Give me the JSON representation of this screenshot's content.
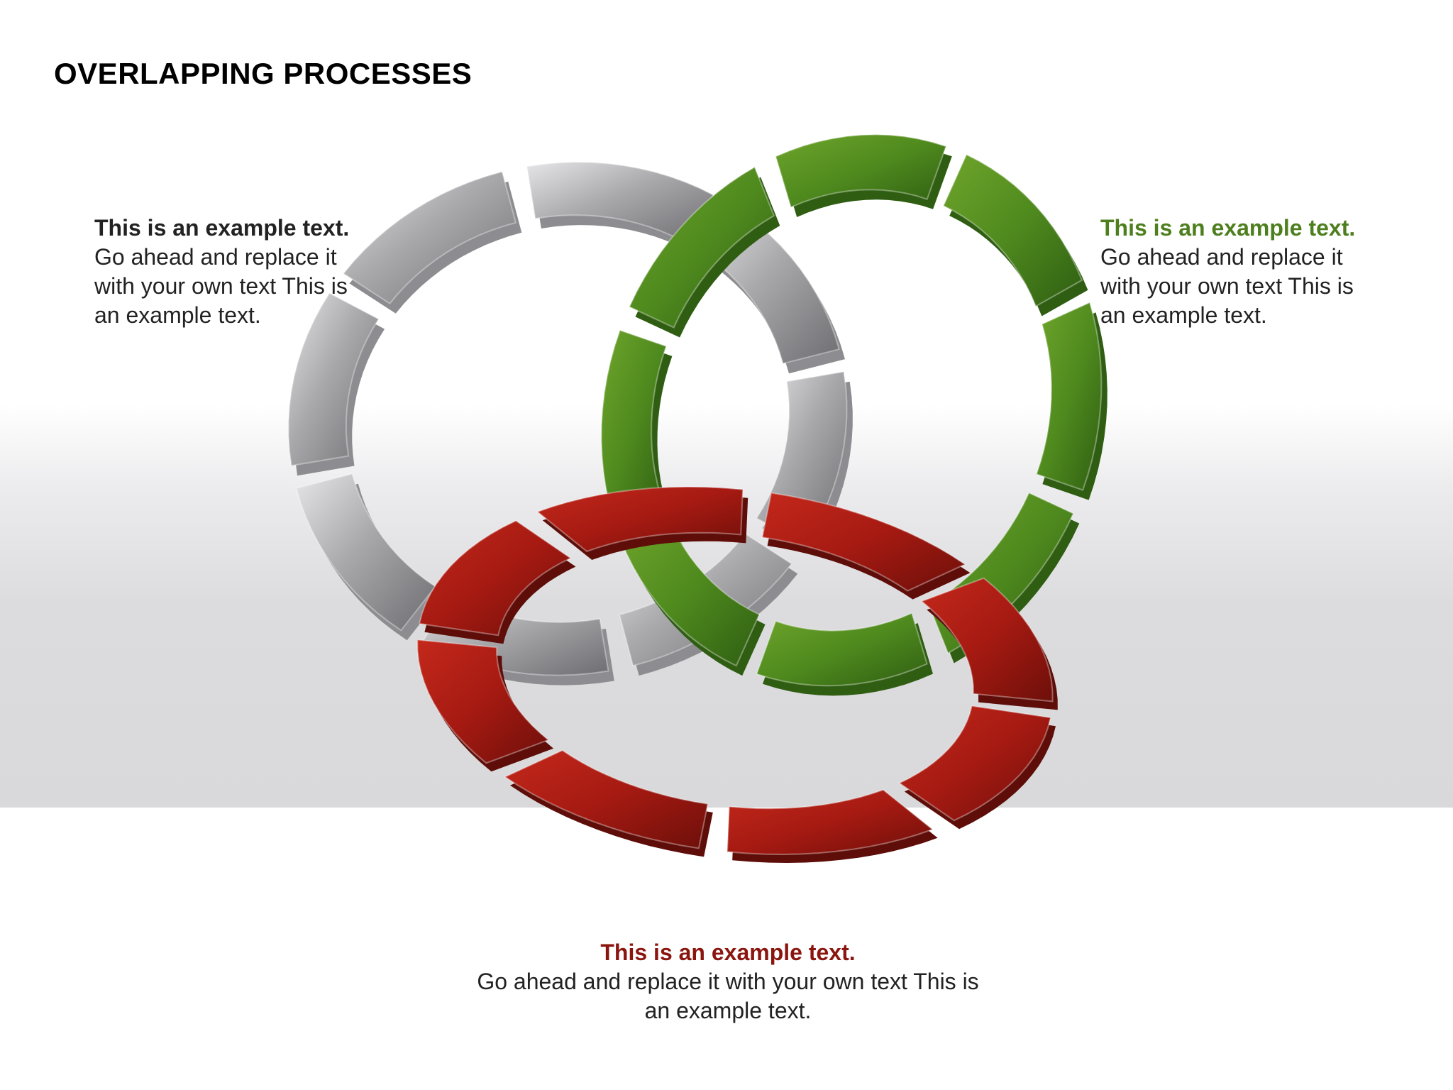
{
  "title": "OVERLAPPING PROCESSES",
  "colors": {
    "gray_ring": "#b8b8bb",
    "green_ring": "#56891f",
    "red_ring": "#a51a12",
    "left_heading": "#222222",
    "right_heading": "#4d7f1e",
    "bottom_heading": "#8a160f"
  },
  "rings": [
    {
      "id": "gray",
      "color_name": "gray",
      "segment_count": 8
    },
    {
      "id": "green",
      "color_name": "green",
      "segment_count": 8
    },
    {
      "id": "red",
      "color_name": "red",
      "segment_count": 8
    }
  ],
  "text_blocks": {
    "left": {
      "heading": "This is an example text.",
      "body": "Go ahead and replace it\nwith your own text This is\nan example text."
    },
    "right": {
      "heading": "This is an example text.",
      "body": "Go ahead and replace it\nwith your own text This is\nan example text."
    },
    "bottom": {
      "heading": "This is an example text.",
      "body": "Go ahead and replace it with your own text This is\nan example text."
    }
  }
}
